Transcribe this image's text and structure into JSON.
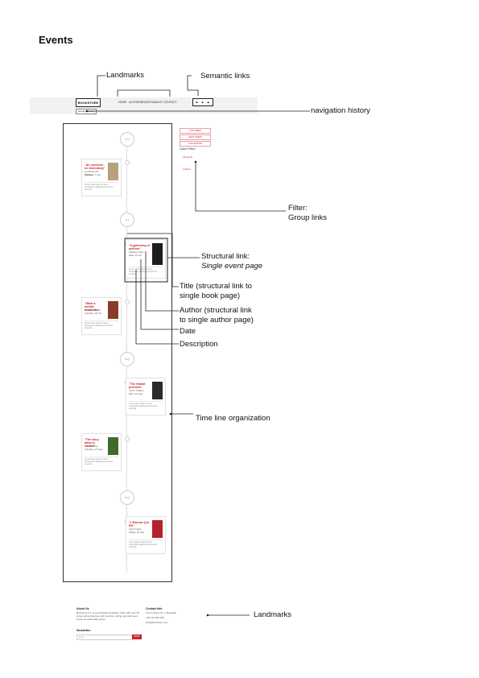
{
  "page": {
    "title": "Events"
  },
  "annotations": {
    "landmarks_top": "Landmarks",
    "semantic_links": "Semantic links",
    "navigation_history": "navigation history",
    "filter_line1": "Filter:",
    "filter_line2": "Group links",
    "structural_line1": "Structural link:",
    "structural_line2": "Single event page",
    "title_line1": "Title (structural link to",
    "title_line2": "single book page)",
    "author_line1": "Author (structural link",
    "author_line2": "to single author page)",
    "date": "Date",
    "description": "Description",
    "timeline": "Time line organization",
    "landmarks_bottom": "Landmarks"
  },
  "mockup": {
    "logo": "BOOKSTORE",
    "nav": [
      "HOME",
      "AUTHORS",
      "EVENTS",
      "ABOUT",
      "CONTACT"
    ],
    "icons": "▲ ▲ ▲",
    "breadcrumb": "Home / Events",
    "months": [
      "Jun",
      "Jul",
      "Aug",
      "Sep"
    ],
    "cards": [
      {
        "title": "\"An overview on Gutenberg\"",
        "author": "Lecturing the authors",
        "date": "Tuesday, 4 Jun",
        "text": "Lorem ipsum dolor sit amet, consectetur adipiscing elit sed do eiusmod.",
        "cover": "#b7a27d"
      },
      {
        "title": "\"A gathering of authors\"",
        "author": "Stephen King",
        "date": "Wed, 10 Jul",
        "text": "Lorem ipsum dolor sit amet, consectetur adipiscing elit sed do eiusmod.",
        "cover": "#1c1c1c"
      },
      {
        "title": "\"What a terrible moments\"",
        "author": "George Orwell",
        "date": "Tuesday, 23 Jul",
        "text": "Lorem ipsum dolor sit amet, consectetur adipiscing elit sed do eiusmod.",
        "cover": "#8a3a2c"
      },
      {
        "title": "\"The Hobbit premiere\"",
        "author": "J.R.R. Tolkien",
        "date": "Mon, 12 Aug",
        "text": "Lorem ipsum dolor sit amet, consectetur adipiscing elit sed do eiusmod.",
        "cover": "#2a2a2a"
      },
      {
        "title": "\"The story about a sword\"",
        "author": "J.K. Rowling",
        "date": "Tuesday, 27 Aug",
        "text": "Lorem ipsum dolor sit amet, consectetur adipiscing elit sed do eiusmod.",
        "cover": "#3f6b2b"
      },
      {
        "title": "\"L'Homme Qui Rit\"",
        "author": "Victor Hugo",
        "date": "Friday, 13 Sep",
        "text": "Lorem ipsum dolor sit amet, consectetur adipiscing elit sed do eiusmod.",
        "cover": "#b4222c"
      }
    ],
    "filter_buttons": [
      "THIS WEEK",
      "NEXT WEEK",
      "THIS MONTH"
    ],
    "quick_filters_label": "Quick Filters",
    "quick_links": [
      "All events",
      "Authors"
    ],
    "footer": {
      "about_heading": "About Us",
      "about_text": "Bookstore Inc. is a worldwide bookstore chain with over 20 stores across Europe and America, selling new and used books at reasonable prices.",
      "newsletter_heading": "Newsletter",
      "email_placeholder": "Email",
      "send_label": "SEND",
      "contact_heading": "Contact Info",
      "address": "Lorem Ipsum St. 1, Bookville",
      "phone": "+00 123 456 789",
      "email": "info@bookstore.com"
    }
  },
  "colors": {
    "accent": "#c8232c",
    "line": "#222222"
  }
}
